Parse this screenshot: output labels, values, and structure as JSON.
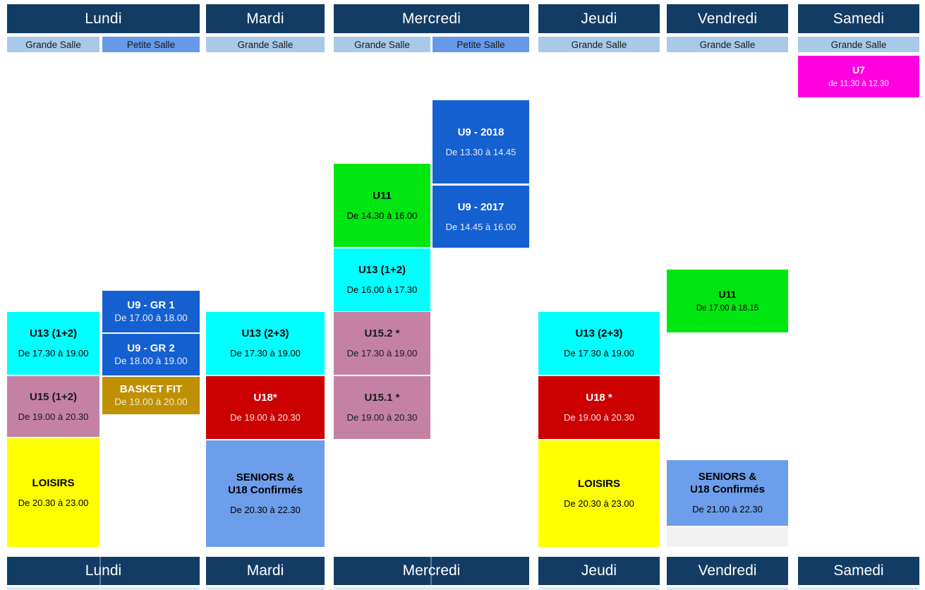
{
  "title": "Planning hebdomadaire",
  "rooms": {
    "grande": "Grande Salle",
    "petite": "Petite Salle"
  },
  "colors": {
    "navy": "#123c64",
    "grande_salle": "#a9c9e8",
    "petite_salle": "#6699e8",
    "cyan": "#00ffff",
    "green": "#00e610",
    "blue": "#1560d0",
    "mauve": "#c481a4",
    "red": "#cc0000",
    "yellow": "#ffff00",
    "cornflower": "#6d9eeb",
    "gold": "#bf9000",
    "magenta": "#ff00e0",
    "grey": "#f1f1f1"
  },
  "days": [
    {
      "name": "Lundi",
      "rooms": [
        "Grande Salle",
        "Petite Salle"
      ]
    },
    {
      "name": "Mardi",
      "rooms": [
        "Grande Salle"
      ]
    },
    {
      "name": "Mercredi",
      "rooms": [
        "Grande Salle",
        "Petite Salle"
      ]
    },
    {
      "name": "Jeudi",
      "rooms": [
        "Grande Salle"
      ]
    },
    {
      "name": "Vendredi",
      "rooms": [
        "Grande Salle"
      ]
    },
    {
      "name": "Samedi",
      "rooms": [
        "Grande Salle"
      ]
    }
  ],
  "footer_days": [
    "Lundi",
    "Mardi",
    "Mercredi",
    "Jeudi",
    "Vendredi",
    "Samedi"
  ],
  "sessions": [
    {
      "id": "sam-u7",
      "day": "Samedi",
      "room": "Grande Salle",
      "title": "U7",
      "hours": "de 11.30 à 12.30"
    },
    {
      "id": "mer-u9-2018",
      "day": "Mercredi",
      "room": "Petite Salle",
      "title": "U9 - 2018",
      "hours": "De 13.30 à 14.45"
    },
    {
      "id": "mer-u9-2017",
      "day": "Mercredi",
      "room": "Petite Salle",
      "title": "U9 - 2017",
      "hours": "De 14.45 à 16.00"
    },
    {
      "id": "mer-u11",
      "day": "Mercredi",
      "room": "Grande Salle",
      "title": "U11",
      "hours": "De 14.30 à 16.00"
    },
    {
      "id": "mer-u13-12",
      "day": "Mercredi",
      "room": "Grande Salle",
      "title": "U13 (1+2)",
      "hours": "De 16.00 à 17.30"
    },
    {
      "id": "mer-u152",
      "day": "Mercredi",
      "room": "Grande Salle",
      "title": "U15.2 *",
      "hours": "De 17.30 à 19.00"
    },
    {
      "id": "mer-u151",
      "day": "Mercredi",
      "room": "Grande Salle",
      "title": "U15.1 *",
      "hours": "De 19.00 à 20.30"
    },
    {
      "id": "lun-u9gr1",
      "day": "Lundi",
      "room": "Petite Salle",
      "title": "U9 - GR 1",
      "hours": "De 17.00 à 18.00"
    },
    {
      "id": "lun-u9gr2",
      "day": "Lundi",
      "room": "Petite Salle",
      "title": "U9 - GR 2",
      "hours": "De 18.00 à 19.00"
    },
    {
      "id": "lun-basketfit",
      "day": "Lundi",
      "room": "Petite Salle",
      "title": "BASKET FIT",
      "hours": "De 19.00 à 20.00"
    },
    {
      "id": "lun-u13",
      "day": "Lundi",
      "room": "Grande Salle",
      "title": "U13 (1+2)",
      "hours": "De 17.30 à 19.00"
    },
    {
      "id": "lun-u15",
      "day": "Lundi",
      "room": "Grande Salle",
      "title": "U15 (1+2)",
      "hours": "De 19.00 à 20.30"
    },
    {
      "id": "lun-loisirs",
      "day": "Lundi",
      "room": "Grande Salle",
      "title": "LOISIRS",
      "hours": "De 20.30 à 23.00"
    },
    {
      "id": "mar-u13",
      "day": "Mardi",
      "room": "Grande Salle",
      "title": "U13 (2+3)",
      "hours": "De 17.30 à 19.00"
    },
    {
      "id": "mar-u18",
      "day": "Mardi",
      "room": "Grande Salle",
      "title": "U18*",
      "hours": "De 19.00 à 20.30"
    },
    {
      "id": "mar-seniors",
      "day": "Mardi",
      "room": "Grande Salle",
      "title": "SENIORS &\nU18 Confirmés",
      "title_line1": "SENIORS &",
      "title_line2": "U18 Confirmés",
      "hours": "De 20.30 à 22.30"
    },
    {
      "id": "jeu-u13",
      "day": "Jeudi",
      "room": "Grande Salle",
      "title": "U13 (2+3)",
      "hours": "De 17.30 à 19.00"
    },
    {
      "id": "jeu-u18",
      "day": "Jeudi",
      "room": "Grande Salle",
      "title": "U18 *",
      "hours": "De 19.00 à 20.30"
    },
    {
      "id": "jeu-loisirs",
      "day": "Jeudi",
      "room": "Grande Salle",
      "title": "LOISIRS",
      "hours": "De 20.30 à 23.00"
    },
    {
      "id": "ven-u11",
      "day": "Vendredi",
      "room": "Grande Salle",
      "title": "U11",
      "hours": "De 17.00 à 18.15"
    },
    {
      "id": "ven-seniors",
      "day": "Vendredi",
      "room": "Grande Salle",
      "title_line1": "SENIORS &",
      "title_line2": "U18 Confirmés",
      "hours": "De 21.00 à 22.30"
    }
  ]
}
